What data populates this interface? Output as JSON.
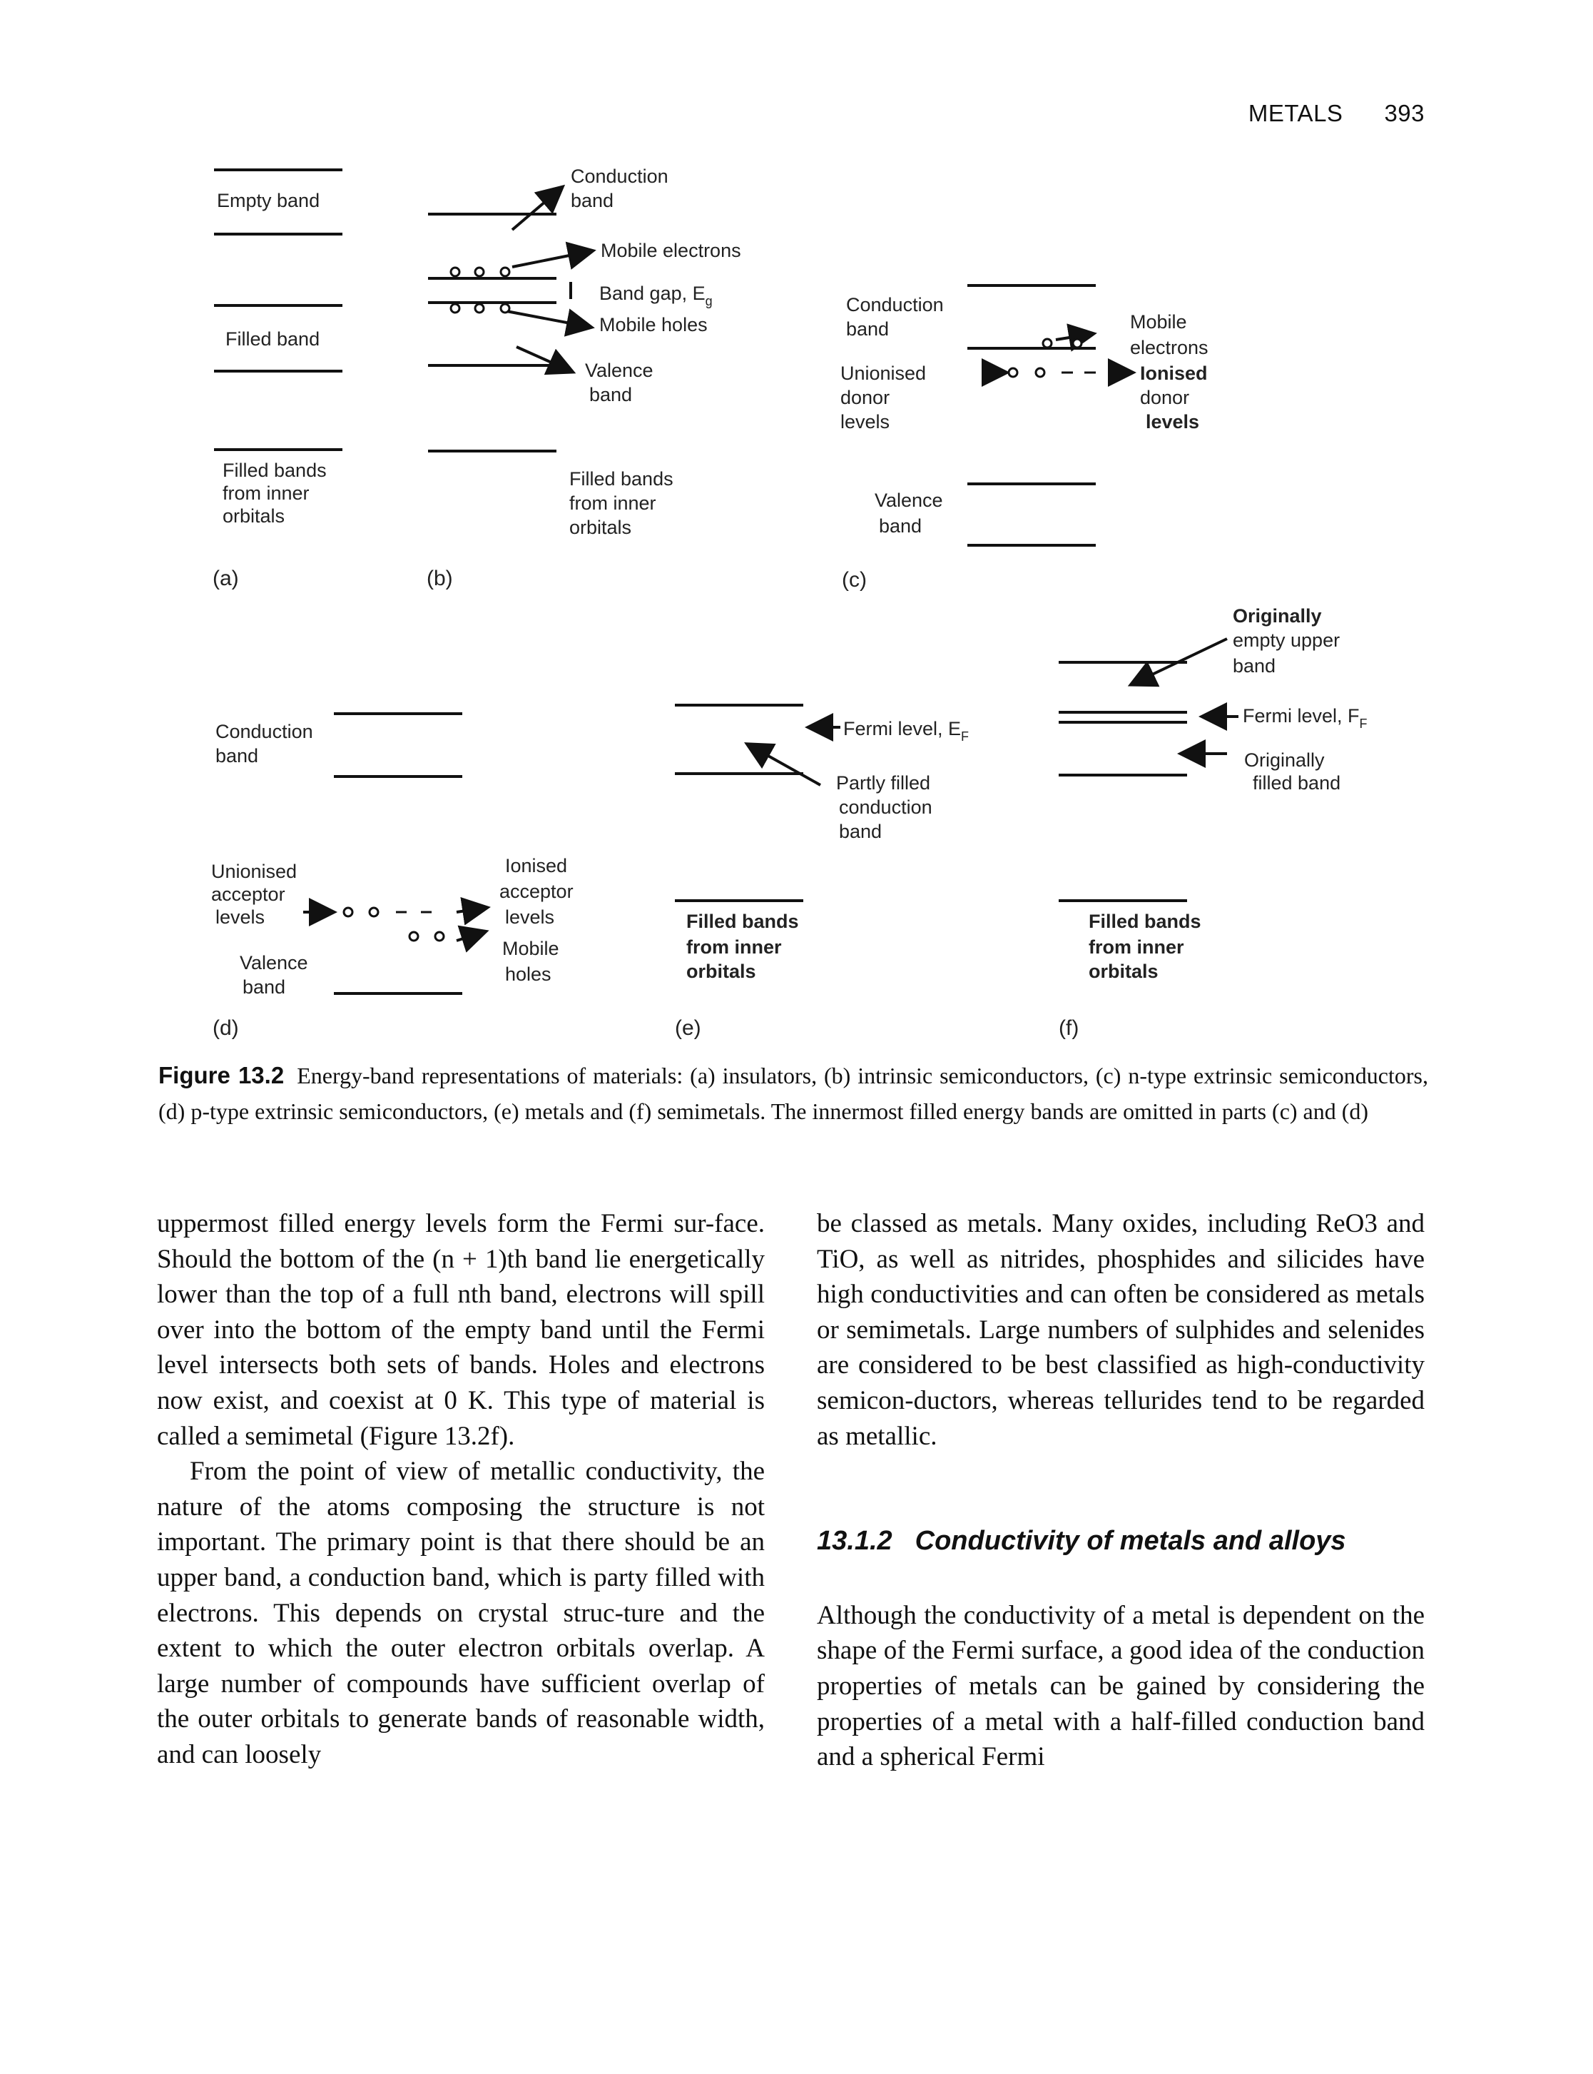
{
  "header": {
    "running_title": "METALS",
    "page_number": "393"
  },
  "figure": {
    "panel_a": {
      "label": "(a)",
      "empty_band": "Empty band",
      "filled_band": "Filled band",
      "inner_1": "Filled bands",
      "inner_2": "from inner",
      "inner_3": "orbitals"
    },
    "panel_b": {
      "label": "(b)",
      "cond_1": "Conduction",
      "cond_2": "band",
      "mobile_electrons": "Mobile electrons",
      "band_gap": "Band gap, E",
      "band_gap_sub": "g",
      "mobile_holes": "Mobile holes",
      "val_1": "Valence",
      "val_2": "band",
      "inner_1": "Filled bands",
      "inner_2": "from inner",
      "inner_3": "orbitals"
    },
    "panel_c": {
      "label": "(c)",
      "cond_1": "Conduction",
      "cond_2": "band",
      "mob_1": "Mobile",
      "mob_2": "electrons",
      "un_1": "Unionised",
      "un_2": "donor",
      "un_3": "levels",
      "ion_1": "Ionised",
      "ion_2": "donor",
      "ion_3": "levels",
      "val_1": "Valence",
      "val_2": "band"
    },
    "panel_d": {
      "label": "(d)",
      "cond_1": "Conduction",
      "cond_2": "band",
      "un_1": "Unionised",
      "un_2": "acceptor",
      "un_3": "levels",
      "ion_1": "Ionised",
      "ion_2": "acceptor",
      "ion_3": "levels",
      "mob_1": "Mobile",
      "mob_2": "holes",
      "val_1": "Valence",
      "val_2": "band"
    },
    "panel_e": {
      "label": "(e)",
      "fermi": "Fermi level, E",
      "fermi_sub": "F",
      "part_1": "Partly filled",
      "part_2": "conduction",
      "part_3": "band",
      "inner_1": "Filled bands",
      "inner_2": "from inner",
      "inner_3": "orbitals"
    },
    "panel_f": {
      "label": "(f)",
      "orig_1": "Originally",
      "orig_2": "empty upper",
      "orig_3": "band",
      "fermi": "Fermi level, F",
      "fermi_sub": "F",
      "ofill_1": "Originally",
      "ofill_2": "filled band",
      "inner_1": "Filled bands",
      "inner_2": "from inner",
      "inner_3": "orbitals"
    }
  },
  "caption": {
    "label": "Figure 13.2",
    "text": "Energy-band representations of materials: (a) insulators, (b) intrinsic semiconductors, (c) n-type extrinsic semiconductors, (d) p-type extrinsic semiconductors, (e) metals and (f) semimetals. The innermost filled energy bands are omitted in parts (c) and (d)"
  },
  "left_column": {
    "p1": "uppermost filled energy levels form the Fermi sur-face. Should the bottom of the (n + 1)th band lie energetically lower than the top of a full nth band, electrons will spill over into the bottom of the empty band until the Fermi level intersects both sets of bands. Holes and electrons now exist, and coexist at 0 K. This type of material is called a semimetal (Figure 13.2f).",
    "p2": "From the point of view of metallic conductivity, the nature of the atoms composing the structure is not important. The primary point is that there should be an upper band, a conduction band, which is party filled with electrons. This depends on crystal struc-ture and the extent to which the outer electron orbitals overlap. A large number of compounds have sufficient overlap of the outer orbitals to generate bands of reasonable width, and can loosely"
  },
  "right_column": {
    "p1": "be classed as metals. Many oxides, including ReO3 and TiO, as well as nitrides, phosphides and silicides have high conductivities and can often be considered as metals or semimetals. Large numbers of sulphides and selenides are considered to be best classified as high-conductivity semicon-ductors, whereas tellurides tend to be regarded as metallic.",
    "section_number": "13.1.2",
    "section_title": "Conductivity of metals and alloys",
    "p2": "Although the conductivity of a metal is dependent on the shape of the Fermi surface, a good idea of the conduction properties of metals can be gained by considering the properties of a metal with a half-filled conduction band and a spherical Fermi"
  }
}
